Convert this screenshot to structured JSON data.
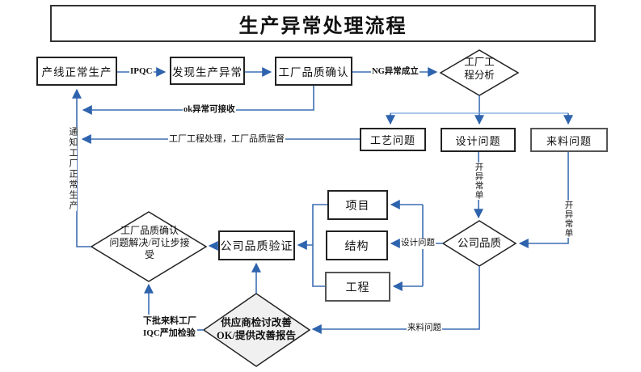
{
  "title": "生产异常处理流程",
  "nodes": {
    "normal_production": {
      "label": "产线正常生产"
    },
    "find_abnormal": {
      "label": "发现生产异常"
    },
    "factory_qc_confirm": {
      "label": "工厂品质确认"
    },
    "factory_eng_analysis": {
      "lines": [
        "工厂工",
        "程分析"
      ]
    },
    "process_issue": {
      "label": "工艺问题"
    },
    "design_issue": {
      "label": "设计问题"
    },
    "material_issue": {
      "label": "来料问题"
    },
    "project": {
      "label": "项目"
    },
    "structure": {
      "label": "结构"
    },
    "engineering": {
      "label": "工程"
    },
    "company_qc_verify": {
      "label": "公司品质验证"
    },
    "company_qc": {
      "label": "公司品质"
    },
    "factory_qc_resolve": {
      "lines": [
        "工厂品质确认",
        "问题解决/可让步接",
        "受"
      ]
    },
    "supplier_improve": {
      "lines": [
        "供应商检讨改善",
        "OK/提供改善报告"
      ]
    }
  },
  "edge_labels": {
    "ipqc": "IPQC",
    "ng_established": "NG异常成立",
    "ok_acceptable": "ok异常可接收",
    "factory_handle": "工厂工程处理，工厂品质监督",
    "notify_factory": "通知工厂正常生产",
    "open_ticket_design": "开异常单",
    "open_ticket_material": "开异常单",
    "design_issue": "设计问题",
    "material_issue": "来料问题",
    "next_batch_line1": "下批来料工厂",
    "next_batch_line2": "IQC严加检验"
  },
  "colors": {
    "line_blue": "#3d6eb4",
    "line_light_blue": "#8db3e2",
    "shape_border": "#222222",
    "supplier_diamond_fill": "#f0f0f0"
  }
}
